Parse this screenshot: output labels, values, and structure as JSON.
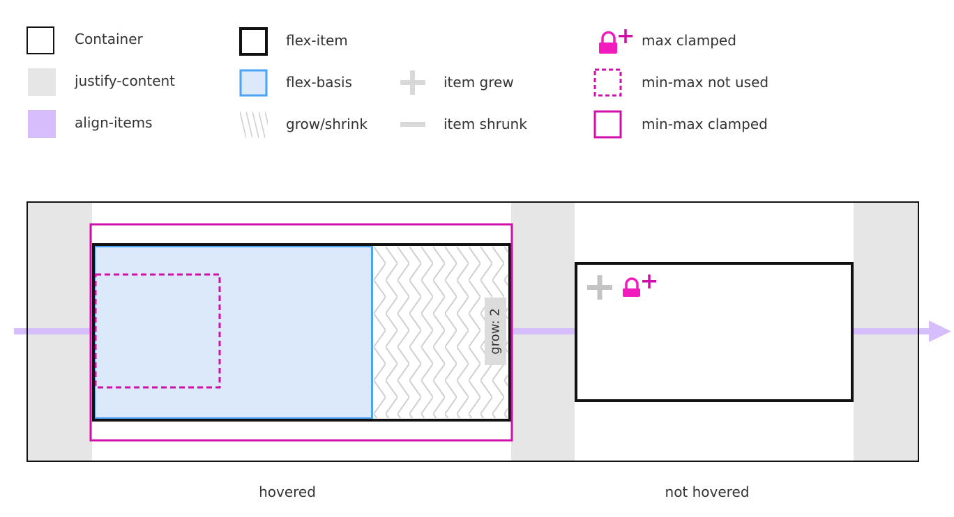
{
  "legend": {
    "container": "Container",
    "justify_content": "justify-content",
    "align_items": "align-items",
    "flex_item": "flex-item",
    "flex_basis": "flex-basis",
    "grow_shrink": "grow/shrink",
    "item_grew": "item grew",
    "item_shrunk": "item shrunk",
    "max_clamped": "max clamped",
    "min_max_not_used": "min-max not used",
    "min_max_clamped": "min-max clamped"
  },
  "diagram": {
    "grow_label": "grow: 2",
    "caption_left": "hovered",
    "caption_right": "not hovered"
  },
  "colors": {
    "justify_content": "#e6e6e6",
    "align_items": "#d6bdfc",
    "flex_basis_fill": "#dce9fa",
    "flex_basis_stroke": "#4aa3f5",
    "magenta": "#d10fa8",
    "lock_pink": "#f21cbe",
    "grew_gray": "#c4c4c4"
  },
  "icons": {
    "container": "container-swatch-icon",
    "justify": "justify-content-swatch-icon",
    "align": "align-items-swatch-icon",
    "flex_item": "flex-item-swatch-icon",
    "flex_basis": "flex-basis-swatch-icon",
    "grow_shrink": "grow-shrink-hatch-icon",
    "grew": "plus-icon",
    "shrunk": "minus-icon",
    "max_clamped": "lock-plus-icon",
    "min_max_not_used": "dashed-square-icon",
    "min_max_clamped": "magenta-square-icon"
  }
}
